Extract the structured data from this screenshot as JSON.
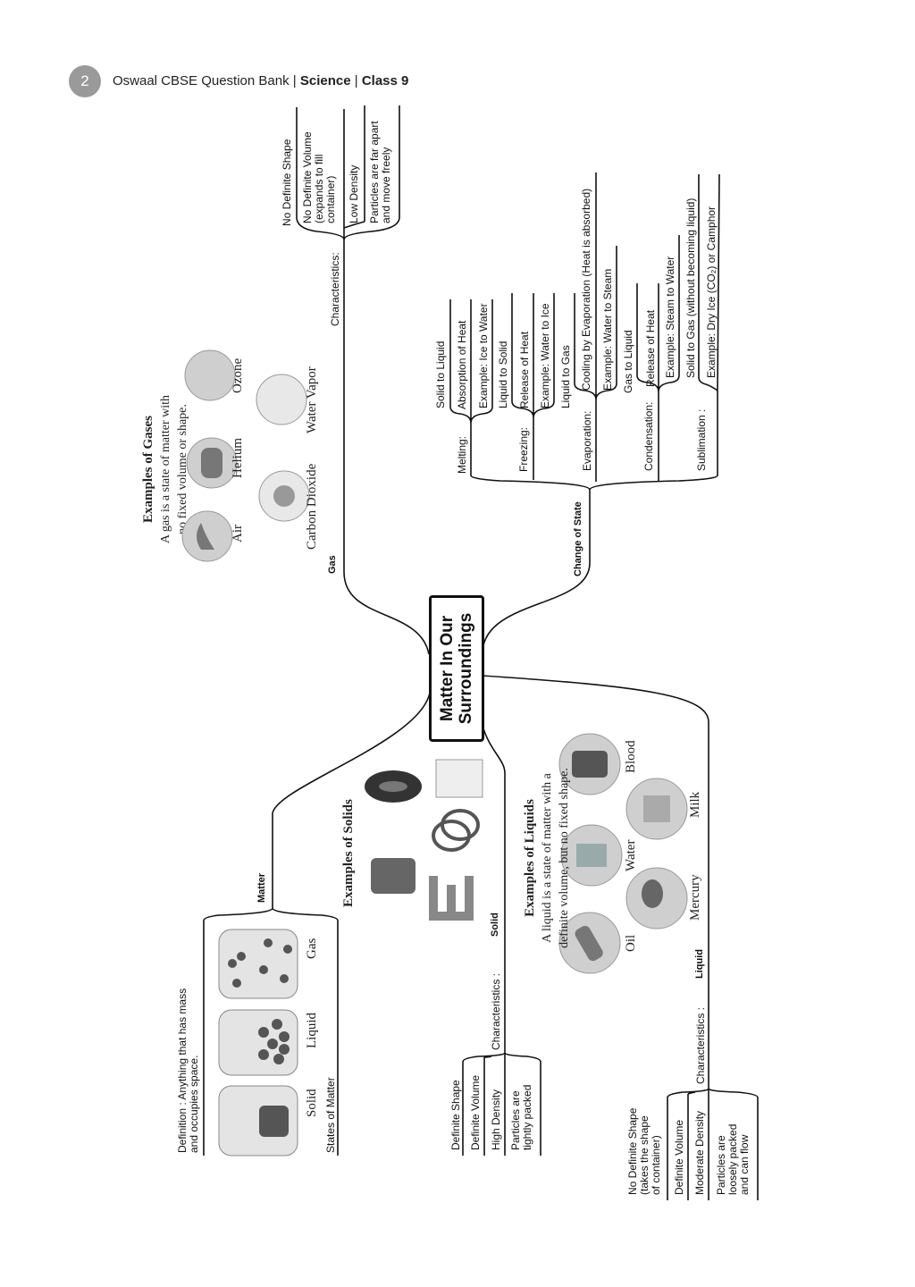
{
  "header": {
    "page_number": "2",
    "book": "Oswaal CBSE Question Bank",
    "separator": "|",
    "subject": "Science",
    "class": "Class 9"
  },
  "center_title": "Matter In Our\nSurroundings",
  "matter": {
    "label": "Matter",
    "definition": "Definition : Anything that has mass\nand occupies space.",
    "states_title": "States of Matter",
    "states": [
      "Solid",
      "Liquid",
      "Gas"
    ]
  },
  "solid": {
    "label": "Solid",
    "characteristics_label": "Characteristics :",
    "characteristics": [
      "Definite Shape",
      "Definite Volume",
      "High Density",
      "Particles are\ntightly packed"
    ],
    "examples_title": "Examples of Solids",
    "example_icons": [
      "tyre-icon",
      "glass-icon",
      "rings-icon",
      "metal-letter-icon",
      "boxes-icon"
    ]
  },
  "liquid": {
    "label": "Liquid",
    "characteristics_label": "Characteristics :",
    "characteristics": [
      "No Definite Shape\n(takes the shape\nof container)",
      "Definite Volume",
      "Moderate Density",
      "Particles are\nloosely packed\nand can flow"
    ],
    "examples_title": "Examples of Liquids",
    "examples_desc": "A liquid is a state of matter with a\ndefinite volume, but no fixed shape.",
    "examples": [
      "Oil",
      "Water",
      "Mercury",
      "Milk",
      "Blood"
    ]
  },
  "gas": {
    "label": "Gas",
    "characteristics_label": "Characteristics:",
    "characteristics": [
      "No Definite Shape",
      "No Definite Volume\n(expands to fill\ncontainer)",
      "Low Density",
      "Particles are far apart\nand move freely"
    ],
    "examples_title": "Examples of Gases",
    "examples_desc": "A gas is a state of matter with\nno fixed volume or shape.",
    "examples": [
      "Air",
      "Helium",
      "Ozone",
      "Carbon Dioxide",
      "Water Vapor"
    ]
  },
  "change_of_state": {
    "label": "Change of State",
    "processes": [
      {
        "name": "Melting:",
        "definition": "Solid to Liquid",
        "items": [
          "Absorption of Heat",
          "Example: Ice to Water"
        ]
      },
      {
        "name": "Freezing:",
        "definition": "Liquid to Solid",
        "items": [
          "Release of Heat",
          "Example: Water to Ice"
        ]
      },
      {
        "name": "Evaporation:",
        "definition": "Liquid to Gas",
        "items": [
          "Cooling by Evaporation (Heat is absorbed)",
          "Example: Water to Steam"
        ]
      },
      {
        "name": "Condensation:",
        "definition": "Gas to Liquid",
        "items": [
          "Release of Heat",
          "Example: Steam to Water"
        ]
      },
      {
        "name": "Sublimation :",
        "definition": "Solid to Gas (without becoming liquid)",
        "items": [
          "Example: Dry Ice (CO₂) or Camphor"
        ]
      }
    ]
  },
  "colors": {
    "line": "#111111",
    "icon_bg": "#cfcfcf",
    "page_badge": "#9a9a9a"
  }
}
